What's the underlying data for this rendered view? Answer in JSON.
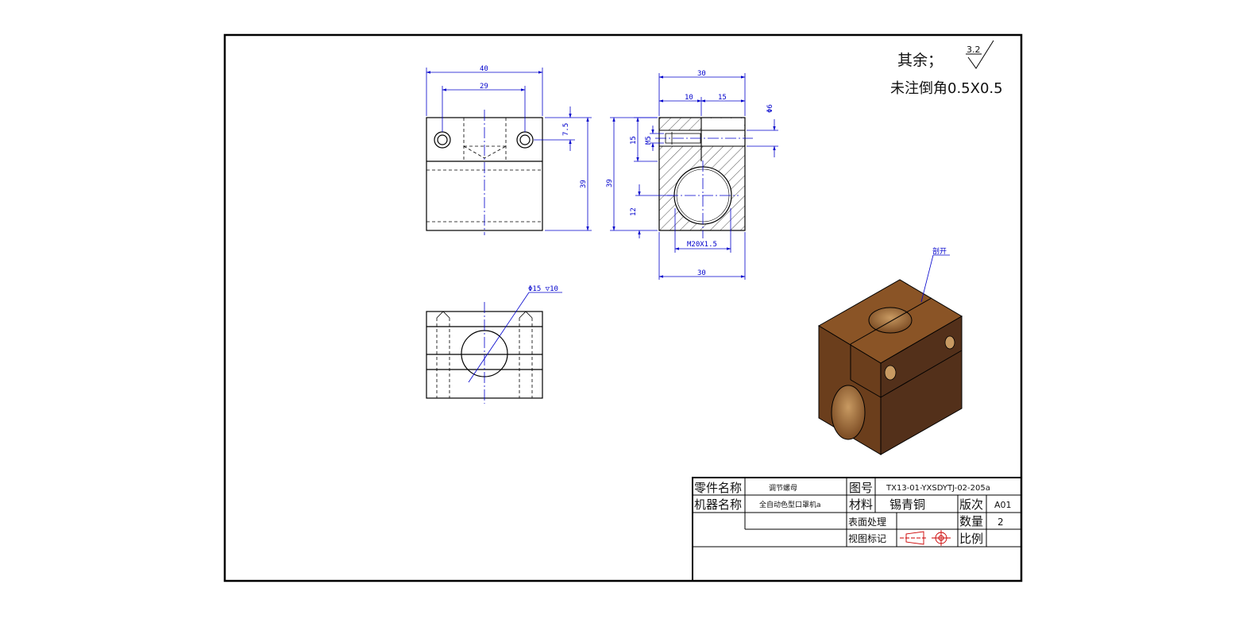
{
  "notes": {
    "remaining_prefix": "其余；",
    "roughness_value": "3.2",
    "chamfer_note": "未注倒角0.5X0.5"
  },
  "front_view": {
    "dim_width": "40",
    "dim_hole_spacing": "29",
    "dim_hole_height": "7.5",
    "dim_height": "39"
  },
  "section_view": {
    "dim_width_top": "30",
    "dim_left": "10",
    "dim_right": "15",
    "dim_diameter": "Φ6",
    "dim_upper": "15",
    "dim_thread": "M5",
    "dim_height": "39",
    "dim_center": "12",
    "dim_main_thread": "M20X1.5",
    "dim_width_bottom": "30"
  },
  "top_view": {
    "dim_hole": "Φ15 ▽10"
  },
  "iso_view": {
    "callout": "剖开",
    "body_color": "#6b3e1c",
    "top_color": "#8a5426",
    "right_color": "#53301a"
  },
  "title_block": {
    "part_name_label": "零件名称",
    "part_name_value": "调节螺母",
    "drawing_no_label": "图号",
    "drawing_no_value": "TX13-01-YXSDYTJ-02-205a",
    "machine_label": "机器名称",
    "machine_value": "全自动色型口罩机a",
    "material_label": "材料",
    "material_value": "锡青铜",
    "revision_label": "版次",
    "revision_value": "A01",
    "surface_label": "表面处理",
    "quantity_label": "数量",
    "quantity_value": "2",
    "view_mark_label": "视图标记",
    "scale_label": "比例"
  },
  "colors": {
    "line": "#000000",
    "dimension": "#0000cc"
  }
}
